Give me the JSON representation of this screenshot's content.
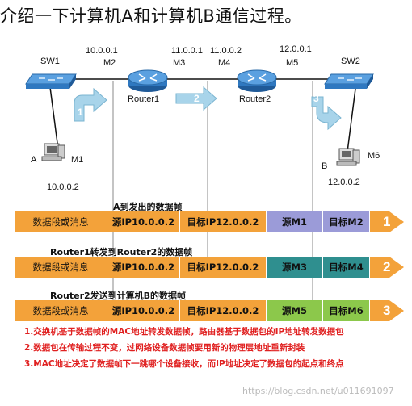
{
  "title": "介绍一下计算机A和计算机B通信过程。",
  "network": {
    "sw1": "SW1",
    "sw2": "SW2",
    "router1": "Router1",
    "router2": "Router2",
    "ip_r1_left": "10.0.0.1",
    "ip_r1_right": "11.0.0.1",
    "ip_r2_left": "11.0.0.2",
    "ip_r2_right": "12.0.0.1",
    "m2": "M2",
    "m3": "M3",
    "m4": "M4",
    "m5": "M5",
    "host_a": "A",
    "host_a_mac": "M1",
    "host_a_ip": "10.0.0.2",
    "host_b": "B",
    "host_b_mac": "M6",
    "host_b_ip": "12.0.0.2",
    "step1": "1",
    "step2": "2",
    "step3": "3"
  },
  "frames": [
    {
      "title": "A到发出的数据帧",
      "payload": "数据段或消息",
      "src_ip": "源IP10.0.0.2",
      "dst_ip": "目标IP12.0.0.2",
      "src_mac": "源M1",
      "dst_mac": "目标M2",
      "num": "1",
      "mac_src_color": "#9b9bd8",
      "mac_dst_color": "#9b9bd8"
    },
    {
      "title": "Router1转发到Router2的数据帧",
      "payload": "数据段或消息",
      "src_ip": "源IP10.0.0.2",
      "dst_ip": "目标IP12.0.0.2",
      "src_mac": "源M3",
      "dst_mac": "目标M4",
      "num": "2",
      "mac_src_color": "#2f8f8f",
      "mac_dst_color": "#2f8f8f"
    },
    {
      "title": "Router2发送到计算机B的数据帧",
      "payload": "数据段或消息",
      "src_ip": "源IP10.0.0.2",
      "dst_ip": "目标IP12.0.0.2",
      "src_mac": "源M5",
      "dst_mac": "目标M6",
      "num": "3",
      "mac_src_color": "#8cc84b",
      "mac_dst_color": "#8cc84b"
    }
  ],
  "notes": [
    "1.交换机基于数据帧的MAC地址转发数据帧，路由器基于数据包的IP地址转发数据包",
    "2.数据包在传输过程不变，过网络设备数据帧要用新的物理层地址重新封装",
    "3.MAC地址决定了数据帧下一跳哪个设备接收，而IP地址决定了数据包的起点和终点"
  ],
  "watermark": "https://blog.csdn.net/u011691097"
}
